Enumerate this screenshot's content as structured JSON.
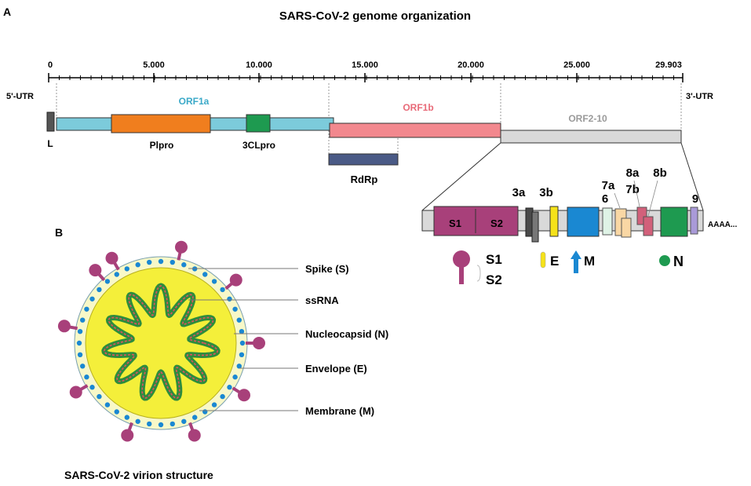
{
  "panel_a": {
    "letter": "A",
    "title": "SARS-CoV-2 genome organization",
    "utr5": "5'-UTR",
    "utr3": "3'-UTR",
    "ticks": [
      "0",
      "5.000",
      "10.000",
      "15.000",
      "20.000",
      "25.000",
      "29.903"
    ],
    "segments": {
      "leader": "L",
      "orf1a": "ORF1a",
      "orf1b": "ORF1b",
      "orf2_10": "ORF2-10",
      "plpro": "Plpro",
      "clpro": "3CLpro",
      "rdrp": "RdRp"
    },
    "expanded": {
      "s1": "S1",
      "s2": "S2",
      "g3a": "3a",
      "g3b": "3b",
      "g6": "6",
      "g7a": "7a",
      "g7b": "7b",
      "g8a": "8a",
      "g8b": "8b",
      "g9": "9",
      "polya": "AAAA..."
    },
    "proteins": {
      "s1": "S1",
      "s2": "S2",
      "e": "E",
      "m": "M",
      "n": "N"
    },
    "colors": {
      "orf1a": "#7ccbdb",
      "orf1a_label": "#3aa9c8",
      "plpro": "#f07e1e",
      "clpro": "#1e9a50",
      "orf1b": "#f2888e",
      "orf1b_label": "#e86a78",
      "orf2_10": "#d9d9d9",
      "orf2_10_label": "#9a9a9a",
      "rdrp": "#4a5a86",
      "spike": "#a8407a",
      "envelope": "#f5e21a",
      "membrane": "#1a88d2",
      "nucleocapsid": "#1e9a50",
      "g3a": "#4a4a4a",
      "g6": "#dff3e6",
      "g7": "#f9d7a4",
      "g8": "#d2607a",
      "g9": "#a99ad8"
    }
  },
  "panel_b": {
    "letter": "B",
    "caption": "SARS-CoV-2 virion structure",
    "labels": {
      "spike": "Spike (S)",
      "ssrna": "ssRNA",
      "nucleocapsid": "Nucleocapsid (N)",
      "envelope": "Envelope (E)",
      "membrane": "Membrane (M)"
    },
    "colors": {
      "virion_fill": "#f4ef3a",
      "membrane_ring": "#f8f8c8",
      "spike": "#a8407a",
      "membrane_protein": "#1a88d2",
      "rna_green": "#2e8b3e",
      "rna_red": "#e25060"
    }
  }
}
